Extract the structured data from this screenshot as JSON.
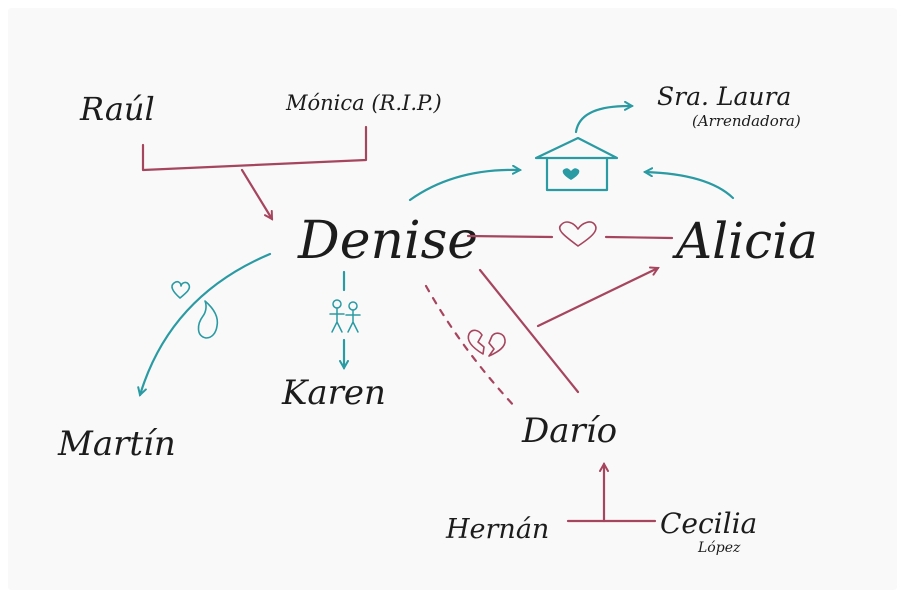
{
  "people": {
    "raul": "Raúl",
    "monica": "Mónica (R.I.P.)",
    "denise": "Denise",
    "alicia": "Alicia",
    "martin": "Martín",
    "karen": "Karen",
    "dario": "Darío",
    "hernan": "Hernán",
    "cecilia": "Cecilia",
    "cecilia_surname": "López",
    "laura": "Sra. Laura",
    "laura_role": "(Arrendadora)"
  },
  "colors": {
    "teal": "#2a9aa3",
    "red": "#a6455e",
    "ink": "#1c1c1c"
  },
  "icons": [
    "house-icon",
    "heart-icon",
    "broken-heart-icon",
    "flame-icon",
    "children-icon"
  ]
}
